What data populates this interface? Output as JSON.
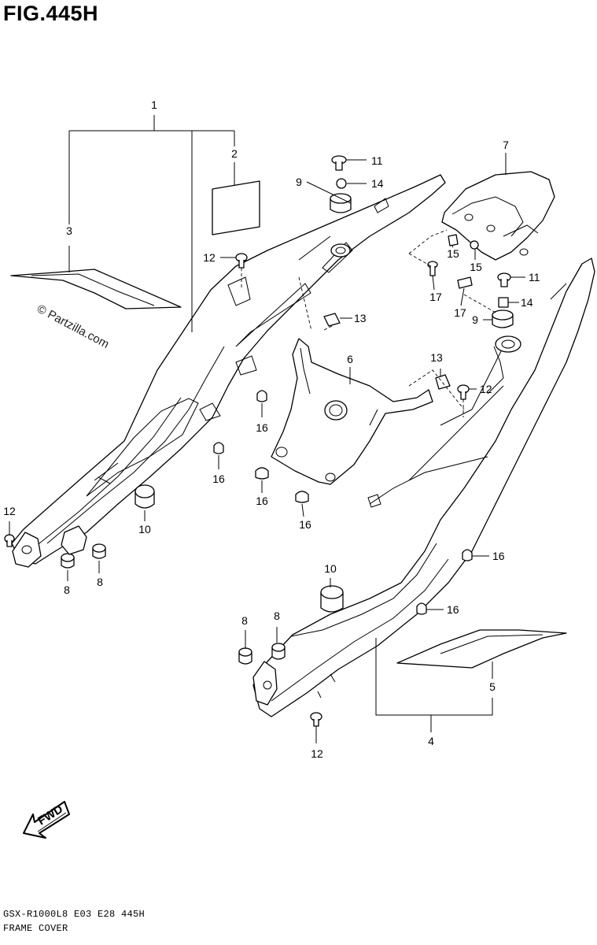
{
  "figure": {
    "title": "FIG.445H"
  },
  "watermark": "© Partzilla.com",
  "forward_label": "FWD",
  "footer": {
    "code": "GSX-R1000L8  E03  E28  445H",
    "caption": "FRAME COVER"
  },
  "callouts": [
    "1",
    "2",
    "3",
    "11",
    "14",
    "9",
    "7",
    "12",
    "15",
    "15",
    "17",
    "17",
    "11",
    "14",
    "9",
    "13",
    "6",
    "13",
    "12",
    "16",
    "16",
    "16",
    "16",
    "12",
    "10",
    "8",
    "8",
    "16",
    "10",
    "16",
    "8",
    "8",
    "5",
    "4",
    "12"
  ]
}
